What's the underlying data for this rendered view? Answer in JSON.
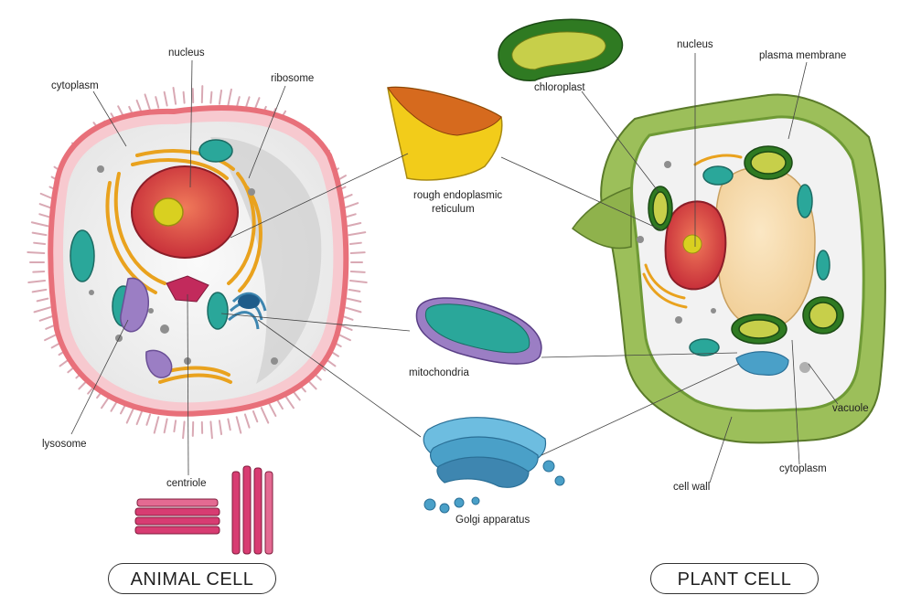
{
  "animal_cell": {
    "title": "ANIMAL CELL",
    "labels": {
      "cytoplasm": "cytoplasm",
      "nucleus": "nucleus",
      "ribosome": "ribosome",
      "lysosome": "lysosome",
      "centriole": "centriole"
    }
  },
  "shared_organelles": {
    "rough_er": [
      "rough endoplasmic",
      "reticulum"
    ],
    "mitochondria": "mitochondria",
    "golgi": "Golgi apparatus",
    "chloroplast": "chloroplast"
  },
  "plant_cell": {
    "title": "PLANT CELL",
    "labels": {
      "nucleus": "nucleus",
      "plasma_membrane": "plasma membrane",
      "vacuole": "vacuole",
      "cytoplasm": "cytoplasm",
      "cell_wall": "cell wall"
    }
  },
  "colors": {
    "cell_membrane": "#e8707a",
    "cytoplasm_fill": "#f4f4f4",
    "cilia": "#d9a9b4",
    "nucleus_outer": "#e0404a",
    "nucleolus": "#d9d020",
    "rough_er": "#e9a21e",
    "mitochondria": "#2aa79a",
    "lysosome": "#9b7ec4",
    "centriole": "#d83c72",
    "golgi": "#4aa0c8",
    "chloroplast": "#78b428",
    "cell_wall": "#9cbf5a",
    "vacuole": "#f7dcae"
  }
}
